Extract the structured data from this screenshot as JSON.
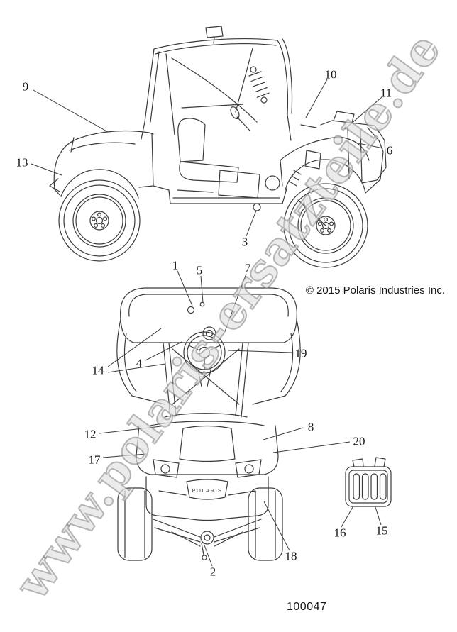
{
  "page": {
    "background": "#ffffff",
    "line_color": "#3a3a3a",
    "copyright": "© 2015 Polaris Industries Inc.",
    "part_number": "100047",
    "watermark": "www.polaris-ersatzteile.de"
  },
  "side_view": {
    "description": "vehicle side view with decal callouts",
    "callouts": [
      {
        "label": "9"
      },
      {
        "label": "10"
      },
      {
        "label": "11"
      },
      {
        "label": "6"
      },
      {
        "label": "13"
      },
      {
        "label": "3"
      }
    ]
  },
  "front_view": {
    "description": "vehicle front view with decal callouts",
    "grille_text": "POLARIS",
    "callouts": [
      {
        "label": "1"
      },
      {
        "label": "5"
      },
      {
        "label": "7"
      },
      {
        "label": "19"
      },
      {
        "label": "4"
      },
      {
        "label": "14"
      },
      {
        "label": "12"
      },
      {
        "label": "8"
      },
      {
        "label": "17"
      },
      {
        "label": "20"
      },
      {
        "label": "16"
      },
      {
        "label": "15"
      },
      {
        "label": "18"
      },
      {
        "label": "2"
      }
    ]
  }
}
